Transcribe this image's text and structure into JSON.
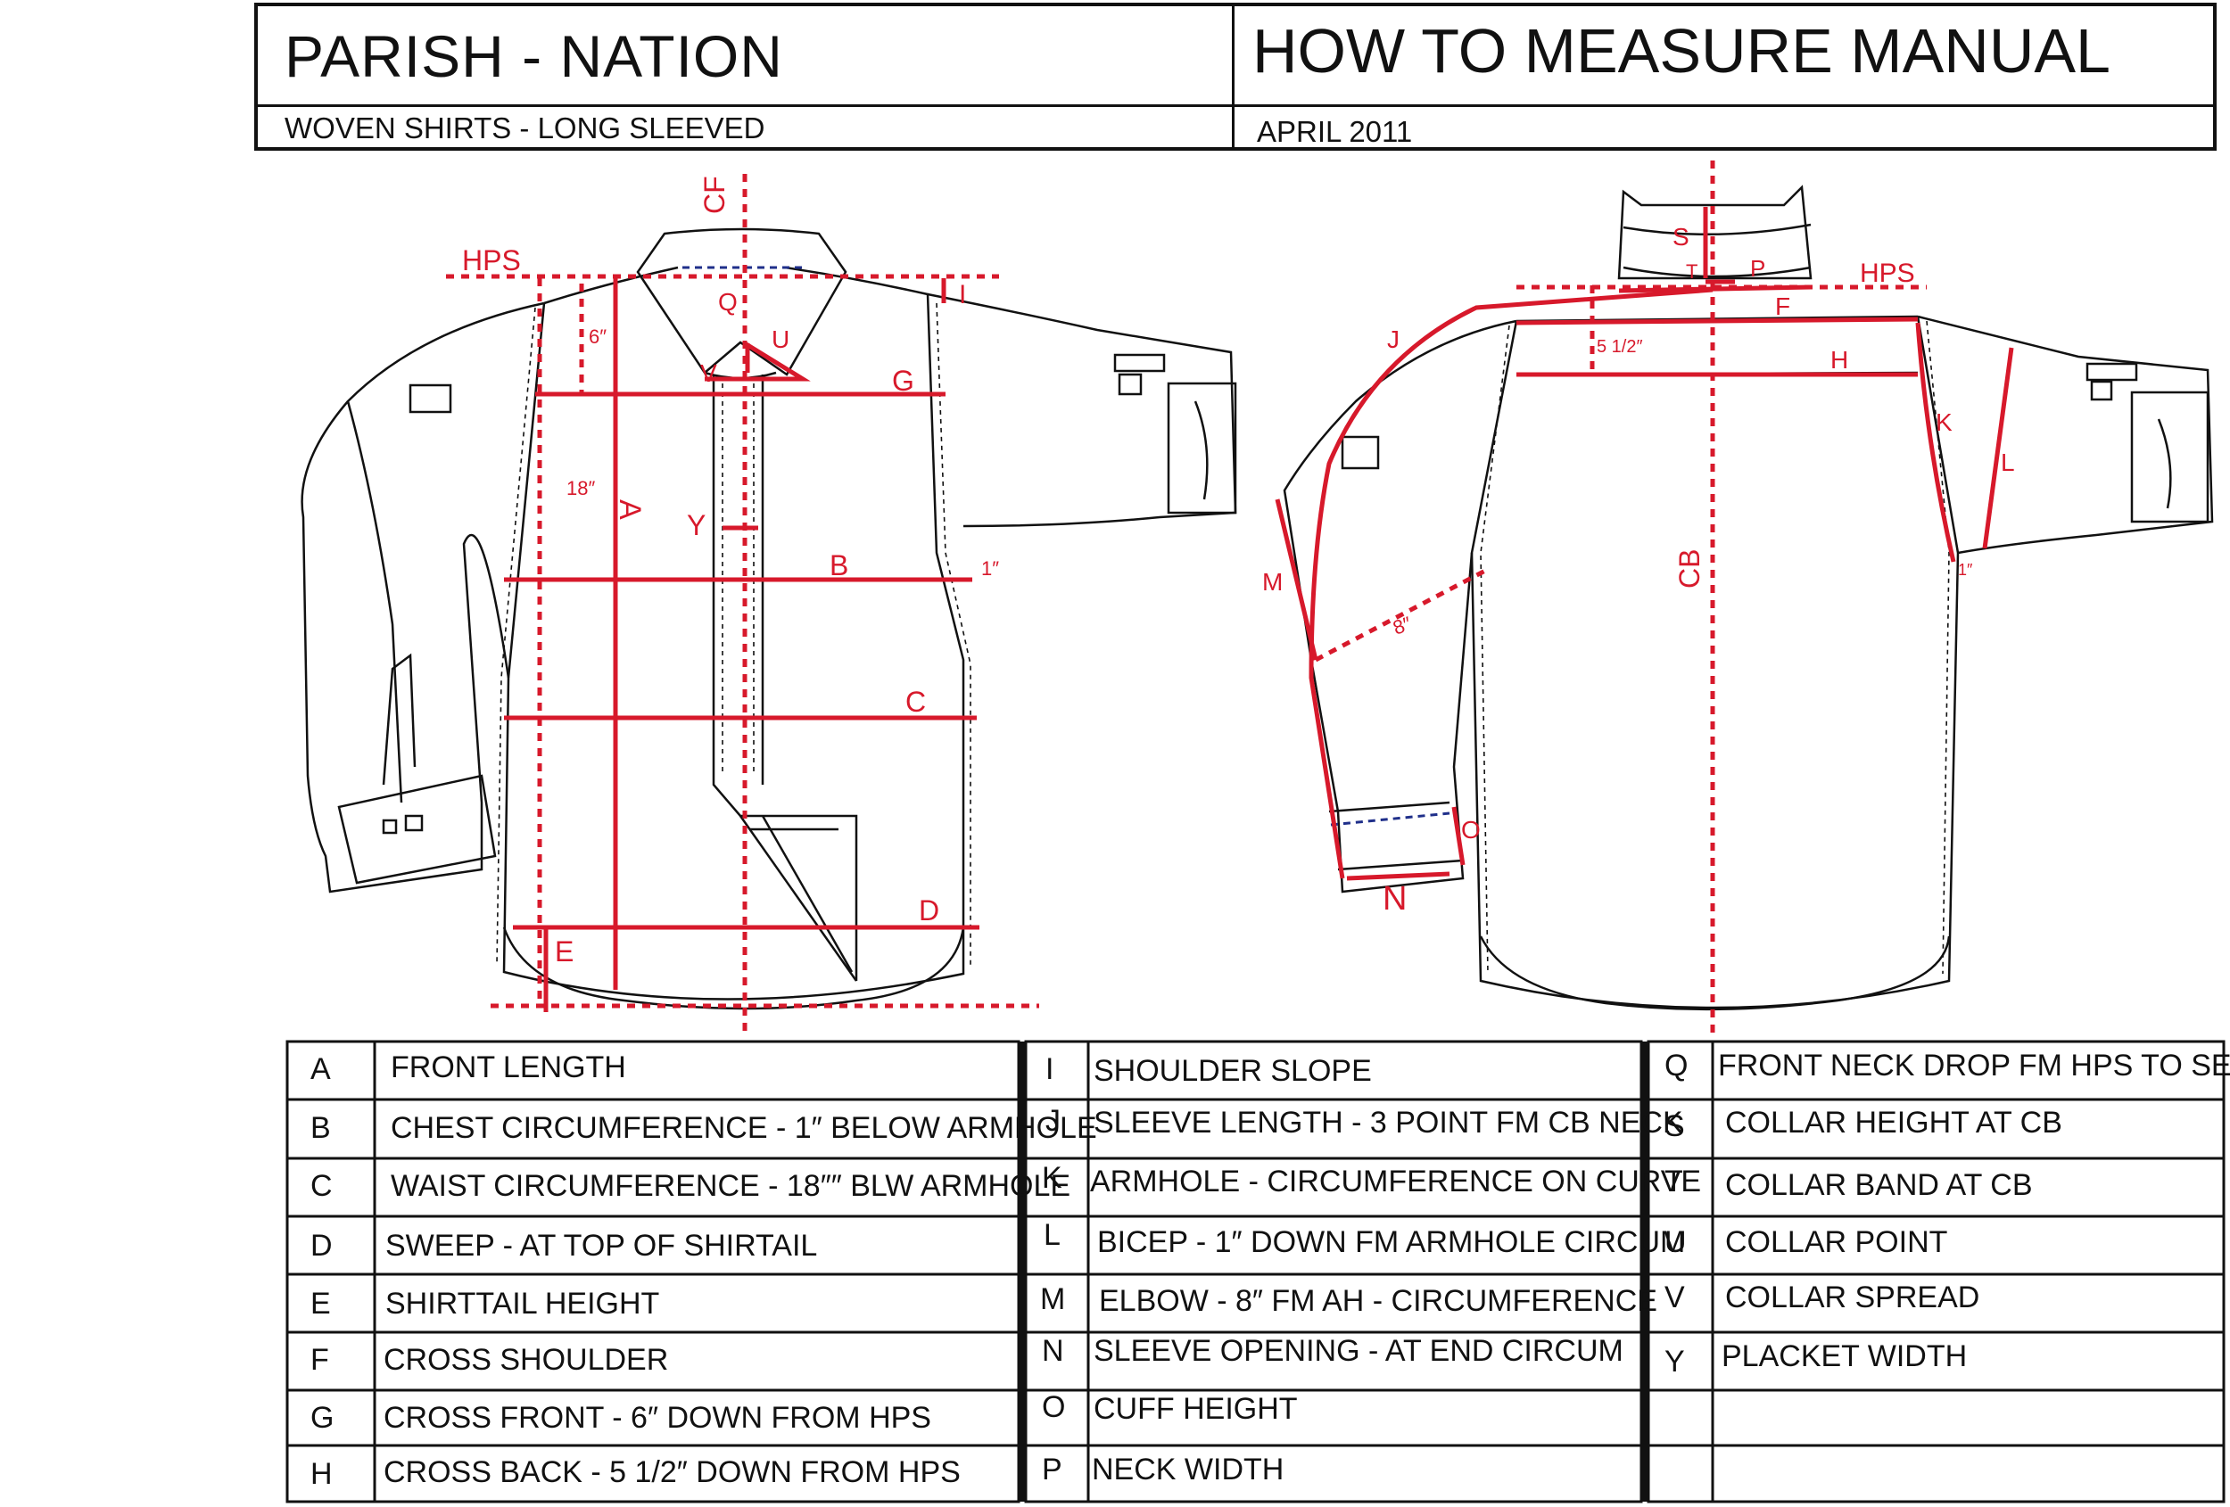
{
  "header": {
    "brand": "PARISH - NATION",
    "title": "HOW TO MEASURE MANUAL",
    "subtitle": "WOVEN SHIRTS - LONG SLEEVED",
    "date": "APRIL 2011"
  },
  "colors": {
    "measure_red": "#d7192b",
    "line_black": "#111111"
  },
  "diagram_labels": {
    "cf": "CF",
    "cb": "CB",
    "hps_front": "HPS",
    "hps_back": "HPS",
    "six_in": "6″",
    "eighteen_in": "18″",
    "one_in_front": "1″",
    "one_in_back": "1″",
    "five_half_in": "5 1/2″",
    "eight_in": "8″",
    "A": "A",
    "B": "B",
    "C": "C",
    "D": "D",
    "E": "E",
    "F": "F",
    "G": "G",
    "H": "H",
    "I": "I",
    "J": "J",
    "K": "K",
    "L": "L",
    "M": "M",
    "N": "N",
    "O": "O",
    "P": "P",
    "Q": "Q",
    "S": "S",
    "T": "T",
    "U": "U",
    "V": "V",
    "Y": "Y"
  },
  "legend": {
    "columns": [
      [
        {
          "code": "A",
          "text": "FRONT LENGTH"
        },
        {
          "code": "B",
          "text": "CHEST CIRCUMFERENCE - 1″ BELOW ARMHOLE"
        },
        {
          "code": "C",
          "text": "WAIST CIRCUMFERENCE - 18″″ BLW ARMHOLE"
        },
        {
          "code": "D",
          "text": "SWEEP - AT TOP OF SHIRTAIL"
        },
        {
          "code": "E",
          "text": "SHIRTTAIL HEIGHT"
        },
        {
          "code": "F",
          "text": "CROSS SHOULDER"
        },
        {
          "code": "G",
          "text": "CROSS FRONT - 6″ DOWN FROM HPS"
        },
        {
          "code": "H",
          "text": "CROSS BACK - 5 1/2″ DOWN FROM HPS"
        }
      ],
      [
        {
          "code": "I",
          "text": "SHOULDER SLOPE"
        },
        {
          "code": "J",
          "text": "SLEEVE LENGTH - 3 POINT FM CB NECK"
        },
        {
          "code": "K",
          "text": "ARMHOLE -  CIRCUMFERENCE ON CURVE"
        },
        {
          "code": "L",
          "text": "BICEP - 1″ DOWN FM ARMHOLE CIRCUM"
        },
        {
          "code": "M",
          "text": "ELBOW - 8″ FM AH - CIRCUMFERENCE"
        },
        {
          "code": "N",
          "text": "SLEEVE OPENING - AT END CIRCUM"
        },
        {
          "code": "O",
          "text": "CUFF HEIGHT"
        },
        {
          "code": "P",
          "text": "NECK WIDTH"
        }
      ],
      [
        {
          "code": "Q",
          "text": "FRONT NECK DROP FM HPS TO SEAM"
        },
        {
          "code": "S",
          "text": "COLLAR HEIGHT AT CB"
        },
        {
          "code": "T",
          "text": "COLLAR BAND AT CB"
        },
        {
          "code": "U",
          "text": "COLLAR POINT"
        },
        {
          "code": "V",
          "text": "COLLAR SPREAD"
        },
        {
          "code": "Y",
          "text": "PLACKET WIDTH"
        },
        {
          "code": "",
          "text": ""
        },
        {
          "code": "",
          "text": ""
        }
      ]
    ]
  }
}
